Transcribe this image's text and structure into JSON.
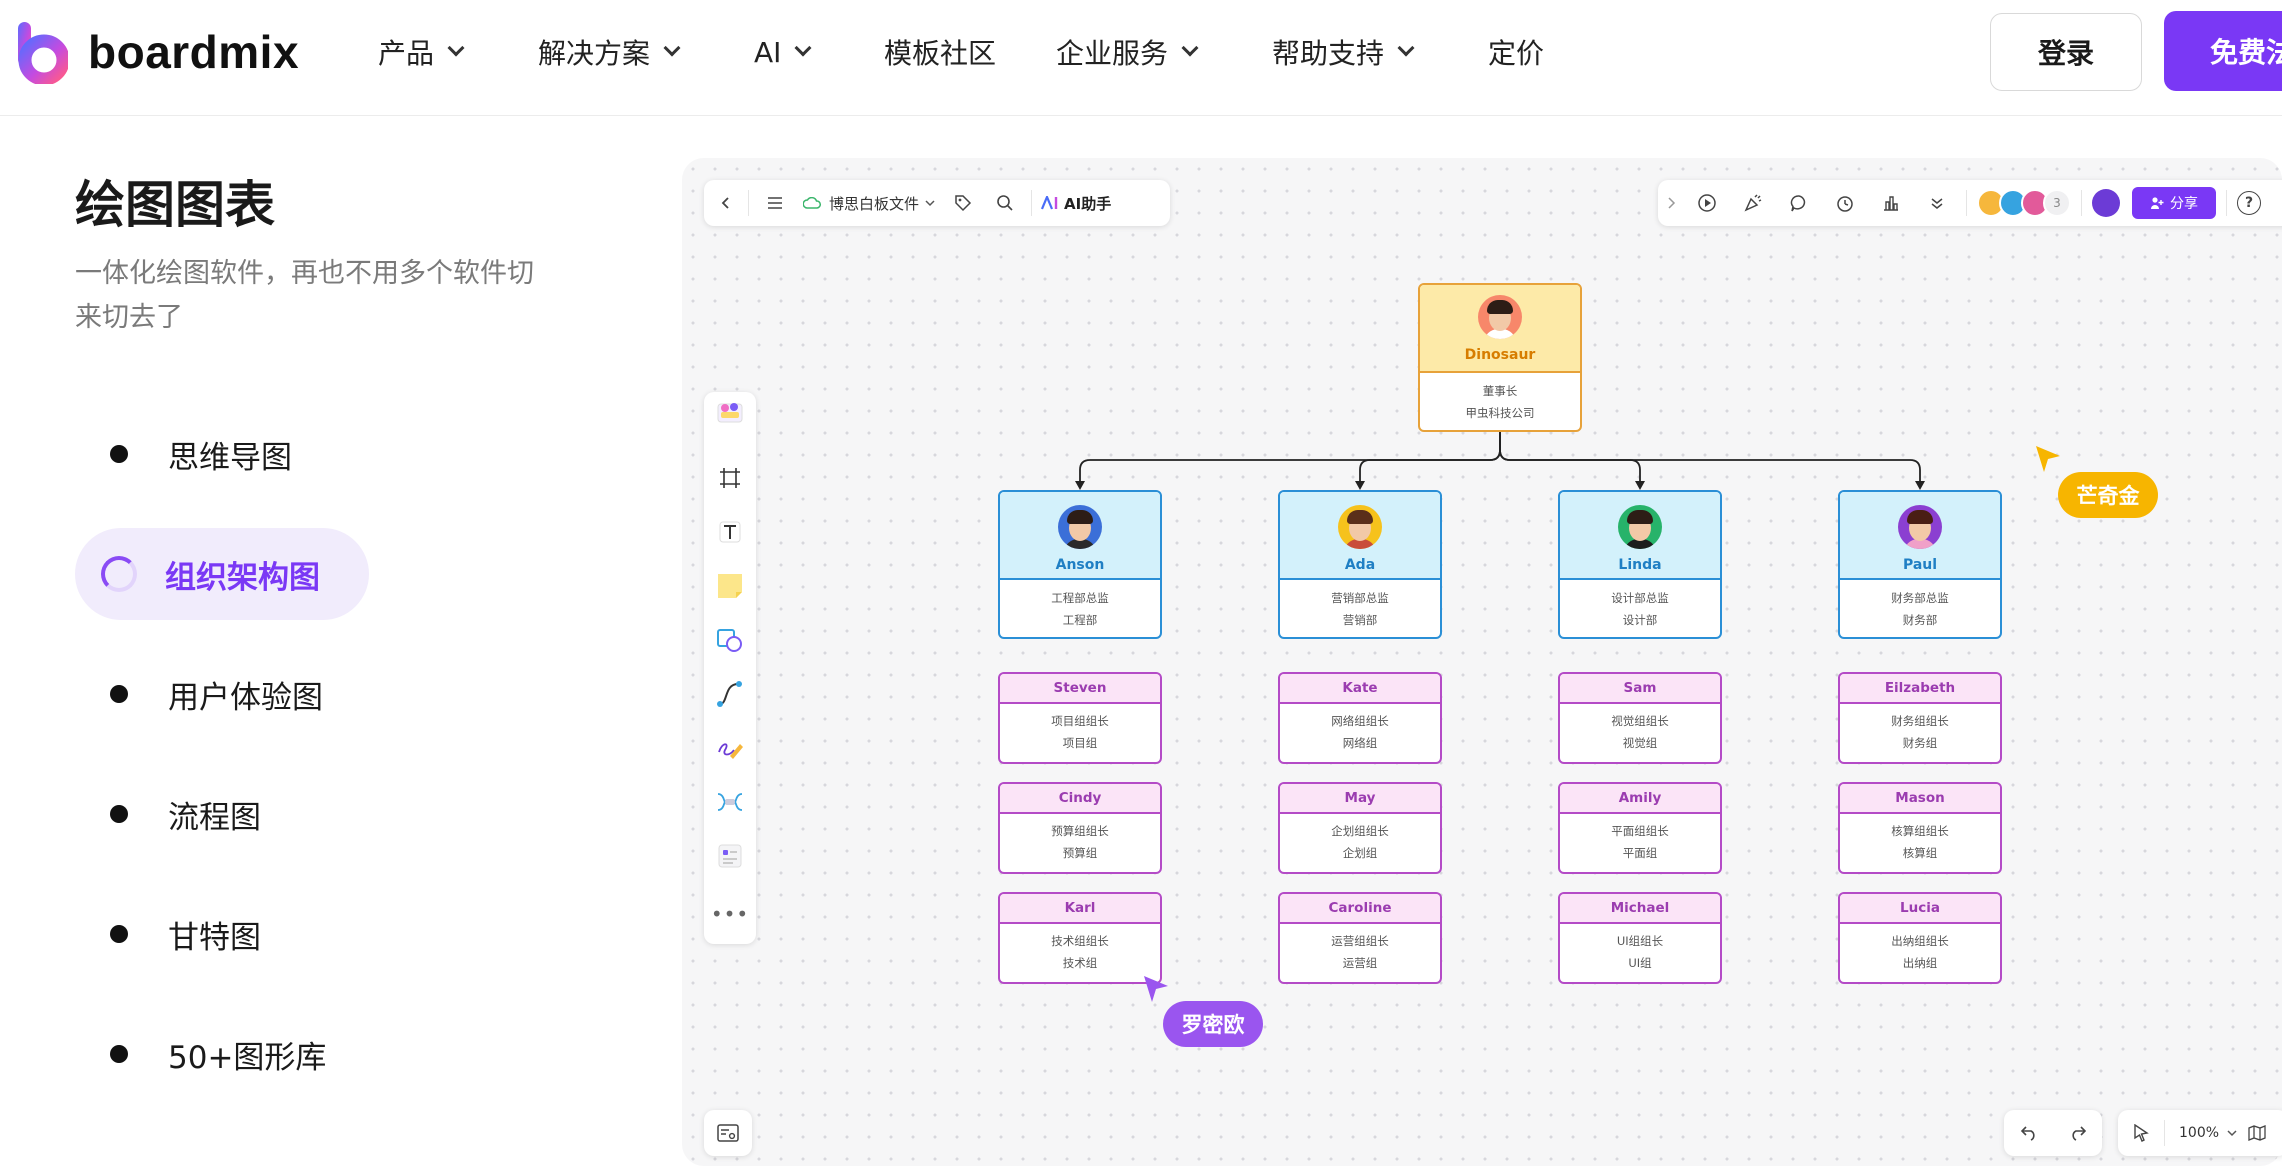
{
  "brand": {
    "name": "boardmix",
    "accent": "#7a38f5"
  },
  "nav": {
    "items": [
      {
        "label": "产品",
        "has_dropdown": true
      },
      {
        "label": "解决方案",
        "has_dropdown": true
      },
      {
        "label": "AI",
        "has_dropdown": true
      },
      {
        "label": "模板社区",
        "has_dropdown": false
      },
      {
        "label": "企业服务",
        "has_dropdown": true
      },
      {
        "label": "帮助支持",
        "has_dropdown": true
      },
      {
        "label": "定价",
        "has_dropdown": false
      }
    ],
    "login_label": "登录",
    "free_label": "免费法"
  },
  "left": {
    "title": "绘图图表",
    "description": "一体化绘图软件，再也不用多个软件切来切去了",
    "features": [
      {
        "label": "思维导图",
        "active": false
      },
      {
        "label": "组织架构图",
        "active": true
      },
      {
        "label": "用户体验图",
        "active": false
      },
      {
        "label": "流程图",
        "active": false
      },
      {
        "label": "甘特图",
        "active": false
      },
      {
        "label": "50+图形库",
        "active": false
      }
    ]
  },
  "board": {
    "file_name": "博思白板文件",
    "ai_label": "AI助手",
    "collaborator_count": "3",
    "share_label": "分享",
    "zoom": "100%",
    "ceo": {
      "name": "Dinosaur",
      "title": "董事长",
      "dept": "甲虫科技公司"
    },
    "managers": [
      {
        "name": "Anson",
        "title": "工程部总监",
        "dept": "工程部"
      },
      {
        "name": "Ada",
        "title": "营销部总监",
        "dept": "营销部"
      },
      {
        "name": "Linda",
        "title": "设计部总监",
        "dept": "设计部"
      },
      {
        "name": "Paul",
        "title": "财务部总监",
        "dept": "财务部"
      }
    ],
    "teams": [
      [
        {
          "name": "Steven",
          "title": "项目组组长",
          "dept": "项目组"
        },
        {
          "name": "Cindy",
          "title": "预算组组长",
          "dept": "预算组"
        },
        {
          "name": "Karl",
          "title": "技术组组长",
          "dept": "技术组"
        }
      ],
      [
        {
          "name": "Kate",
          "title": "网络组组长",
          "dept": "网络组"
        },
        {
          "name": "May",
          "title": "企划组组长",
          "dept": "企划组"
        },
        {
          "name": "Caroline",
          "title": "运营组组长",
          "dept": "运营组"
        }
      ],
      [
        {
          "name": "Sam",
          "title": "视觉组组长",
          "dept": "视觉组"
        },
        {
          "name": "Amily",
          "title": "平面组组长",
          "dept": "平面组"
        },
        {
          "name": "Michael",
          "title": "UI组组长",
          "dept": "UI组"
        }
      ],
      [
        {
          "name": "Eilzabeth",
          "title": "财务组组长",
          "dept": "财务组"
        },
        {
          "name": "Mason",
          "title": "核算组组长",
          "dept": "核算组"
        },
        {
          "name": "Lucia",
          "title": "出纳组组长",
          "dept": "出纳组"
        }
      ]
    ],
    "cursors": [
      {
        "label": "芒奇金",
        "color": "#f7b500"
      },
      {
        "label": "罗密欧",
        "color": "#9a55ef"
      }
    ]
  }
}
